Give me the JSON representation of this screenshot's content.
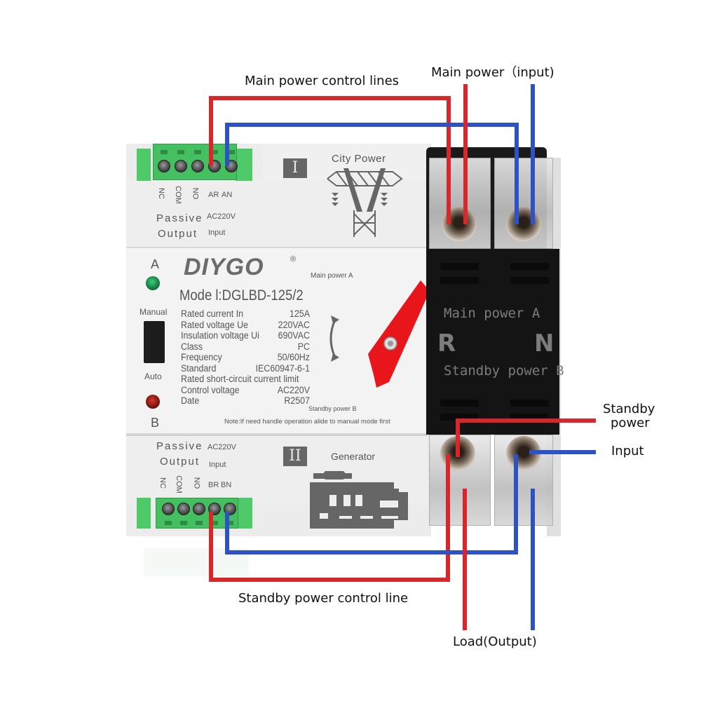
{
  "callouts": {
    "main_control_lines": "Main power control lines",
    "main_power_input": "Main power（input)",
    "standby_power_line1": "Standby",
    "standby_power_line2": "power",
    "input": "Input",
    "standby_control_line": "Standby power control line",
    "load_output": "Load(Output)"
  },
  "colors": {
    "live_wire": "#d9262b",
    "neutral_wire": "#2d52c6",
    "terminal_green": "#44c060",
    "handle_red": "#e8151b"
  },
  "device": {
    "brand": "DIYGO",
    "registered": "®",
    "model": "Mode l:DGLBD-125/2",
    "main_power_label": "Main power A",
    "standby_power_label": "Standby power B",
    "note": "Note:If need handle operation alide to manual mode first",
    "specs": [
      {
        "label": "Rated current In",
        "value": "125A"
      },
      {
        "label": "Rated voltage Ue",
        "value": "220VAC"
      },
      {
        "label": "Insulation voltage Ui",
        "value": "690VAC"
      },
      {
        "label": "Class",
        "value": "PC"
      },
      {
        "label": "Frequency",
        "value": "50/60Hz"
      },
      {
        "label": "Standard",
        "value": "IEC60947-6-1"
      },
      {
        "label": "Rated short-circuit current limit",
        "value": ""
      },
      {
        "label": "Control voltage",
        "value": "AC220V"
      },
      {
        "label": "Date",
        "value": "R2507"
      }
    ],
    "indicator_a": "A",
    "indicator_b": "B",
    "switch_manual": "Manual",
    "switch_auto": "Auto",
    "top_module": {
      "roman": "I",
      "title": "City Power",
      "terminals_output": [
        "NC",
        "COM",
        "NO"
      ],
      "terminals_input": [
        "AR",
        "AN"
      ],
      "passive": "Passive",
      "output": "Output",
      "voltage": "AC220V",
      "input": "Input"
    },
    "bottom_module": {
      "roman": "II",
      "title": "Generator",
      "terminals_output": [
        "NC",
        "COM",
        "NO"
      ],
      "terminals_input": [
        "BR",
        "BN"
      ],
      "passive": "Passive",
      "output": "Output",
      "voltage": "AC220V",
      "input": "Input"
    },
    "breaker": {
      "main_label": "Main power A",
      "standby_label": "Standby power B",
      "left_pole": "R",
      "right_pole": "N"
    }
  }
}
